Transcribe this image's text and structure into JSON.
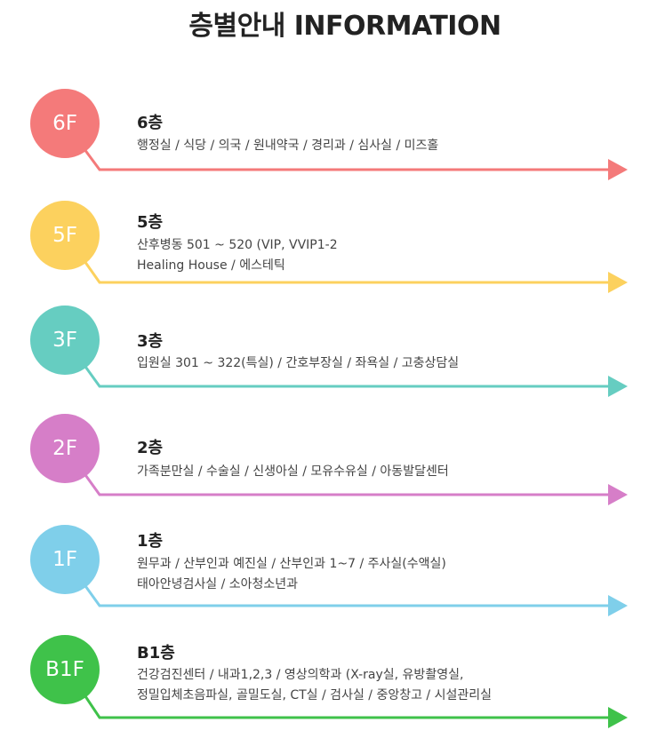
{
  "title": "층별안내 INFORMATION",
  "floors": [
    {
      "badge": "6F",
      "name": "6층",
      "lines": [
        "행정실 / 식당 / 의국 / 원내약국 / 경리과 / 심사실 / 미즈홀"
      ],
      "color": "#f47a7a"
    },
    {
      "badge": "5F",
      "name": "5층",
      "lines": [
        "산후병동 501 ~ 520 (VIP, VVIP1-2",
        "Healing House / 에스테틱"
      ],
      "color": "#fcd15e"
    },
    {
      "badge": "3F",
      "name": "3층",
      "lines": [
        "입원실 301 ~ 322(특실) / 간호부장실 / 좌욕실 / 고충상담실"
      ],
      "color": "#66cdc1"
    },
    {
      "badge": "2F",
      "name": "2층",
      "lines": [
        "가족분만실 / 수술실 / 신생아실  / 모유수유실 / 아동발달센터"
      ],
      "color": "#d67ec8"
    },
    {
      "badge": "1F",
      "name": "1층",
      "lines": [
        "원무과 / 산부인과 예진실 / 산부인과 1~7 / 주사실(수액실)",
        "태아안녕검사실 / 소아청소년과"
      ],
      "color": "#7fcfea"
    },
    {
      "badge": "B1F",
      "name": "B1층",
      "lines": [
        "건강검진센터 / 내과1,2,3 / 영상의학과 (X-ray실, 유방촬영실,",
        "정밀입체초음파실, 골밀도실, CT실 / 검사실 / 중앙창고 / 시설관리실"
      ],
      "color": "#3fc24a"
    }
  ]
}
